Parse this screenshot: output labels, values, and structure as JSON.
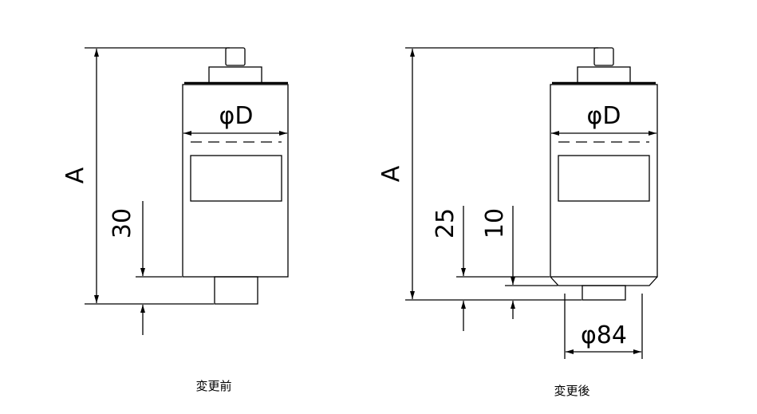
{
  "before": {
    "overall_dim": "A",
    "diameter_dim": "φD",
    "offset_dim": "30",
    "caption": "変更前"
  },
  "after": {
    "overall_dim": "A",
    "diameter_dim": "φD",
    "offset_dim_outer": "25",
    "offset_dim_inner": "10",
    "bottom_diameter_dim": "φ84",
    "caption": "変更後"
  }
}
